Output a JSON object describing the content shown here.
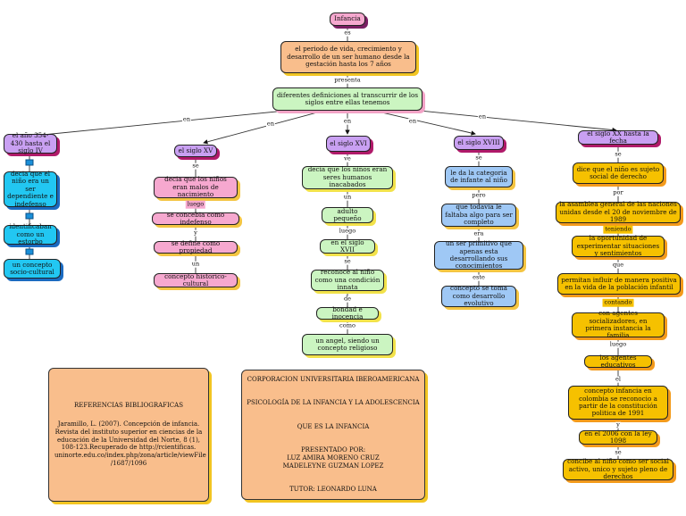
{
  "root": {
    "label": "Infancia"
  },
  "link_es": "es",
  "definition": "el periodo de vida, crecimiento y desarrollo de un ser humano desde la gestación hasta los 7 años",
  "link_presenta": "presenta",
  "defs": "diferentes definiciones al transcurrir de los siglos entre ellas tenemos",
  "link_en": "en",
  "periods": {
    "p1": "el año 354-430 hasta el siglo IV",
    "p2": "el siglo XV",
    "p3": "el siglo XVI",
    "p4": "el siglo XVIII",
    "p5": "el siglo XX hasta la fecha"
  },
  "col1": {
    "n1": "decia que el niño era un ser dependiente e indefenso",
    "n2": "identificaban como un estorbo",
    "n3": "un concepto socio-cultural"
  },
  "col2": {
    "l1": "se",
    "n1": "decia que los niños eran malos de nacimiento",
    "l2": "luego",
    "n2": "se concebia como indefenso",
    "l3": "y",
    "n3": "se define como propiedad",
    "l4": "un",
    "n4": "concepto historico-cultural"
  },
  "col3": {
    "l1": "ve",
    "n1": "decia que los niños eran seres humanos inacabados",
    "l2": "un",
    "n2": "adulto pequeño",
    "l3": "luego",
    "n3": "en el siglo XVII",
    "l4": "se",
    "n4": "reconoce al niño como una condición innata",
    "l5": "de",
    "n5": "bondad e inocencia",
    "l6": "como",
    "n6": "un angel, siendo un concepto religioso"
  },
  "col4": {
    "l1": "se",
    "n1": "le da la categoria de infante al niño",
    "l2": "pero",
    "n2": "que todavia le faltaba algo para ser completo",
    "l3": "era",
    "n3": "un ser primitivo que apenas esta desarrollando sus conocimientos",
    "l4": "este",
    "n4": "concepto se toma como desarrollo evolutivo"
  },
  "col5": {
    "l1": "se",
    "n1": "dice que el niño es sujeto social de derecho",
    "l2": "por",
    "n2": "la asamblea general de las naciones unidas desde el 20 de noviembre de 1989",
    "l3": "teniendo",
    "n3": "la oportunidad de experimentar situaciones y sentimientos",
    "l4": "que",
    "n4": "permitan influir de manera positiva en la vida de la población infantil",
    "l5": "contando",
    "n5": "con agentes socializadores, en primera instancia la familia",
    "l6": "luego",
    "n6": "los agentes educativos",
    "l7": "el",
    "n7": "concepto infancia en colombia se reconocio a partir de la constitución politica de 1991",
    "l8": "y",
    "n8": "en el 2006 con la ley 1098",
    "l9": "se",
    "n9": "concibe al niño como ser social activo, unico y sujeto pleno de derechos"
  },
  "references": {
    "title": "REFERENCIAS BIBLIOGRAFICAS",
    "body": "Jaramillo, L. (2007). Concepción de infancia. Revista del instituto superior en ciencias de la educación de la Universidad del Norte, 8 (1), 108-123.Recuperado de http://rcientificas. uninorte.edu.co/index.php/zona/article/viewFile /1687/1096"
  },
  "credits": {
    "university": "CORPORACION UNIVERSITARIA IBEROAMERICANA",
    "course": "PSICOLOGÍA DE LA INFANCIA Y LA ADOLESCENCIA",
    "topic": "QUE ES LA INFANCIA",
    "presented_by": "PRESENTADO POR:",
    "author1": "LUZ AMIRA MORENO CRUZ",
    "author2": "MADELEYNE GUZMAN LOPEZ",
    "tutor": "TUTOR: LEONARDO LUNA"
  }
}
